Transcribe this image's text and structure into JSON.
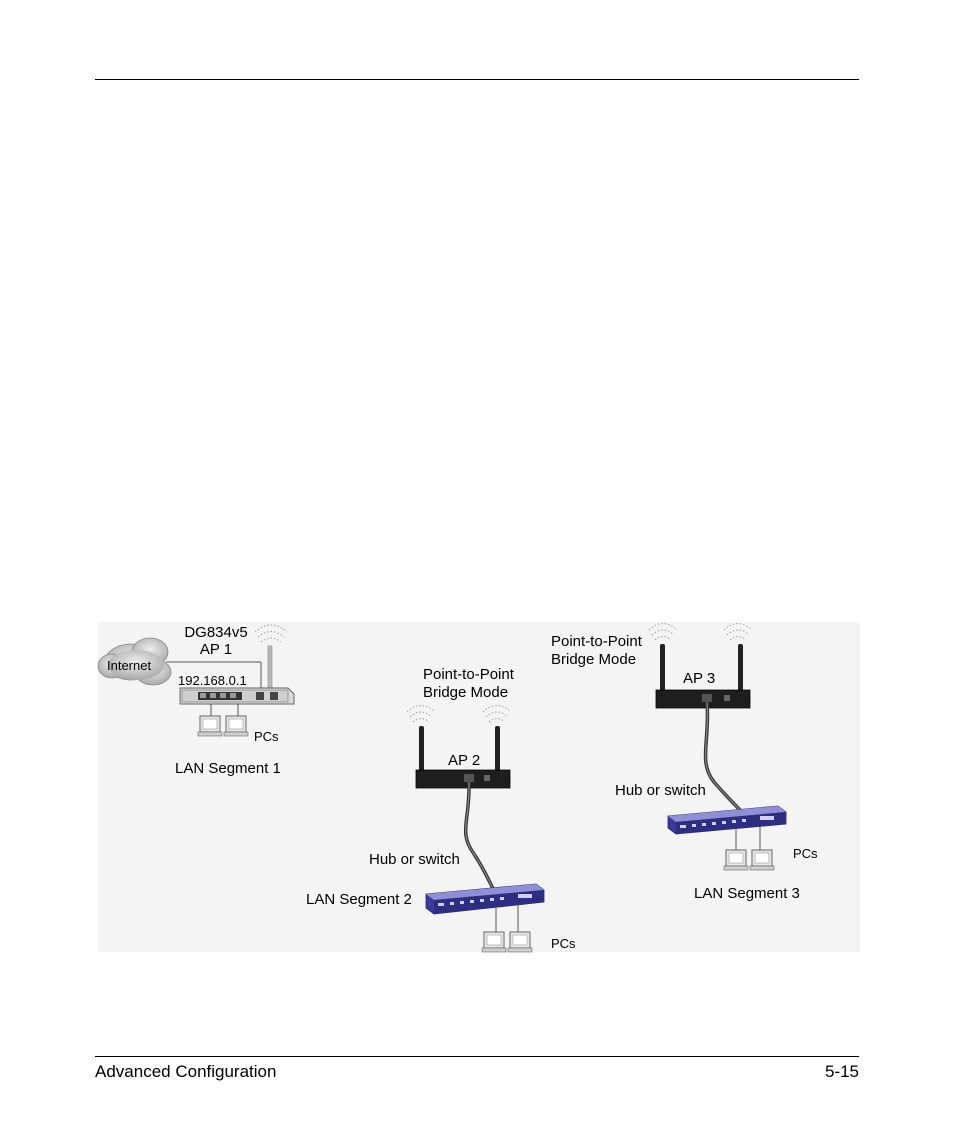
{
  "footer": {
    "left": "Advanced Configuration",
    "right": "5-15"
  },
  "diagram": {
    "internet_label": "Internet",
    "router_name": "DG834v5",
    "ap1_label": "AP 1",
    "ip_address": "192.168.0.1",
    "pcs_1": "PCs",
    "lan_segment_1": "LAN Segment 1",
    "p2p_mode_ap2_line1": "Point-to-Point",
    "p2p_mode_ap2_line2": "Bridge Mode",
    "ap2_label": "AP 2",
    "hub_switch_2": "Hub or switch",
    "lan_segment_2": "LAN Segment 2",
    "pcs_2": "PCs",
    "p2p_mode_ap3_line1": "Point-to-Point",
    "p2p_mode_ap3_line2": "Bridge Mode",
    "ap3_label": "AP 3",
    "hub_switch_3": "Hub or switch",
    "pcs_3": "PCs",
    "lan_segment_3": "LAN Segment 3"
  },
  "colors": {
    "switch_body": "#3a3a9a",
    "switch_top": "#8f8fd6",
    "ap_body": "#1e1e1e",
    "cloud": "#c8c8c8"
  }
}
